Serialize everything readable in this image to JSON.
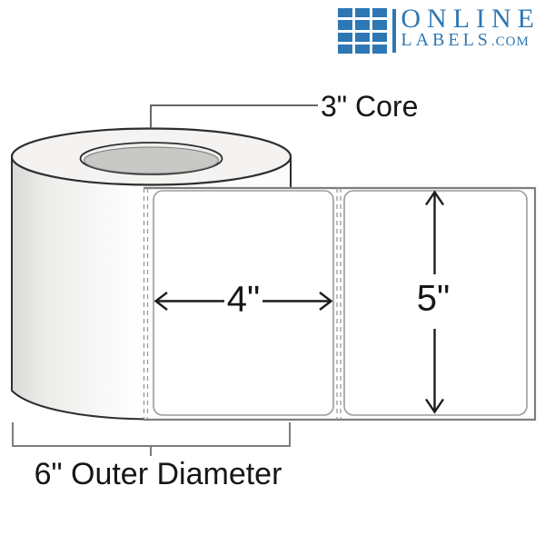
{
  "page": {
    "background": "#ffffff",
    "description": "Product dimension diagram of a roll of thermal labels"
  },
  "logo": {
    "icon": "grid-of-squares",
    "line1": "ONLINE",
    "line2": "LABELS",
    "line2_suffix": ".COM"
  },
  "diagram": {
    "core_label": "3\" Core",
    "label_width": "4\"",
    "label_height": "5\"",
    "outer_diameter_label": "6\" Outer Diameter",
    "labels_on_strip": 2,
    "roll_parts": [
      "roll top",
      "core ring",
      "core hole",
      "roll body",
      "liner strip",
      "label 1",
      "label 2",
      "perforations"
    ]
  },
  "theme": {
    "brand_blue": "#2d77b4",
    "outline_dark": "#2e2e2e",
    "line_gray": "#7d7d7d",
    "leader_gray": "#666666",
    "dash_gray": "#9a9a9a",
    "label_border": "#9b9b9b",
    "core_gray": "#c8c8c6",
    "surface_light": "#f4f3f1",
    "text_black": "#161616",
    "arrow_black": "#1c1c1c"
  }
}
